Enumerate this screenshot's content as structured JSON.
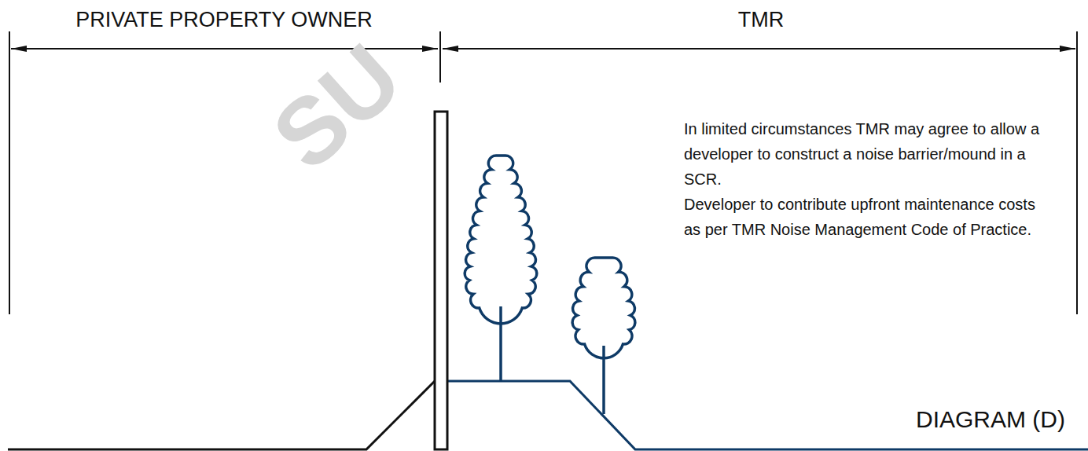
{
  "diagram": {
    "labels": [
      "SU",
      "PRIVATE PROPERTY OWNER",
      "TMR",
      "In limited circumstances TMR may agree to allow a developer to construct a noise barrier/mound in a SCR.",
      "Developer to contribute upfront maintenance costs as per TMR Noise Management Code of Practice.",
      "DIAGRAM (D)"
    ]
  }
}
